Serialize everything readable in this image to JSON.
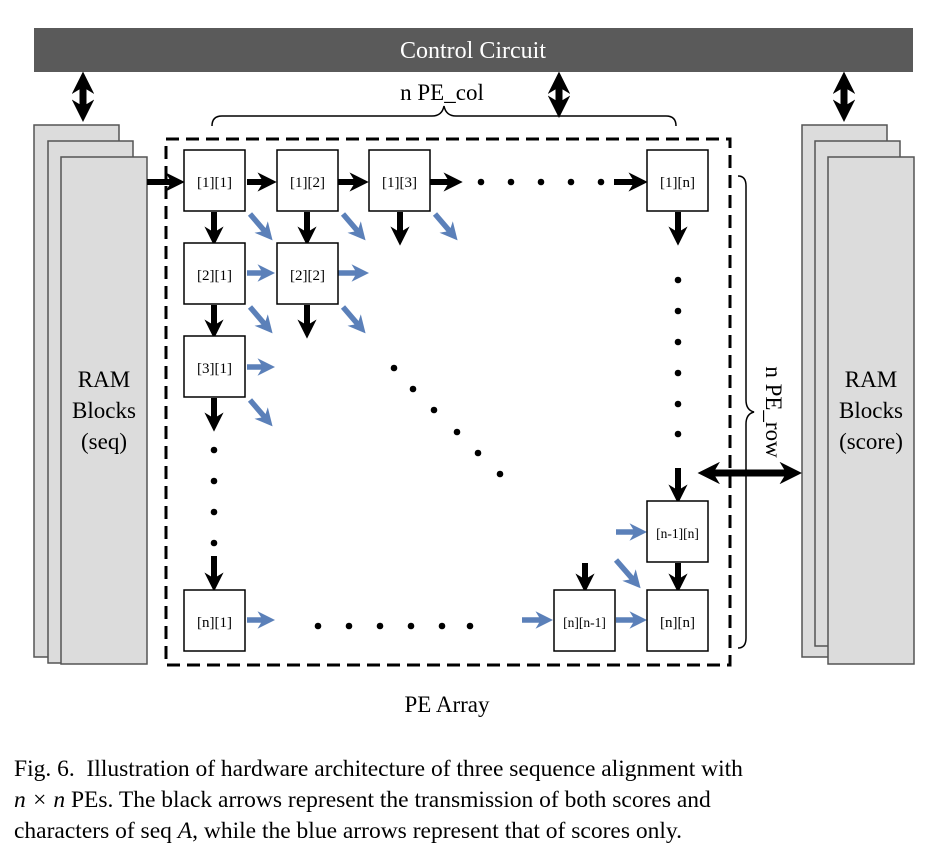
{
  "diagram": {
    "control_label": "Control Circuit",
    "col_label": "n PE_col",
    "row_label": "n PE_row",
    "array_label": "PE Array",
    "ram_left": [
      "RAM",
      "Blocks",
      "(seq)"
    ],
    "ram_right": [
      "RAM",
      "Blocks",
      "(score)"
    ],
    "pe": {
      "r1c1": "[1][1]",
      "r1c2": "[1][2]",
      "r1c3": "[1][3]",
      "r1cn": "[1][n]",
      "r2c1": "[2][1]",
      "r2c2": "[2][2]",
      "r3c1": "[3][1]",
      "rn1cn": "[n-1][n]",
      "rnc1": "[n][1]",
      "rncn1": "[n][n-1]",
      "rncn": "[n][n]"
    },
    "colors": {
      "black_arrow": "#000000",
      "blue_arrow": "#5b80b9",
      "control_bar": "#5a5a5a",
      "ram_block": "#dcdcdc"
    }
  },
  "caption": {
    "fig": "Fig. 6.",
    "line1": "Illustration of hardware architecture of three sequence alignment with",
    "line2_math": "n × n",
    "line2_rest": " PEs. The black arrows represent the transmission of both scores and",
    "line3_a": "characters of seq ",
    "line3_var": "A",
    "line3_b": ", while the blue arrows represent that of scores only."
  }
}
